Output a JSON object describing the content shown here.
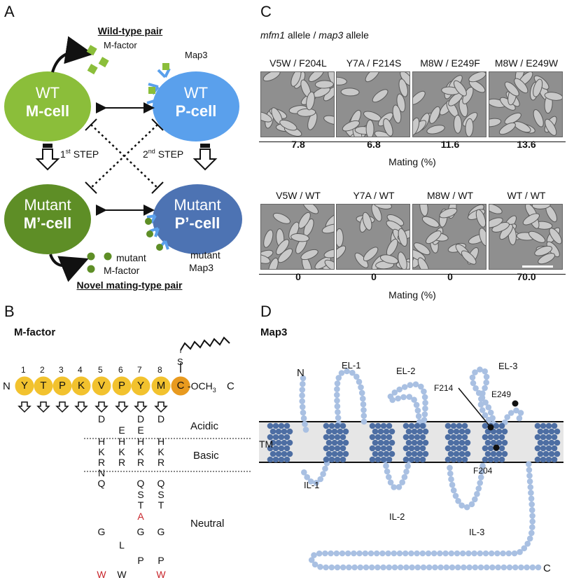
{
  "panels": {
    "a": "A",
    "b": "B",
    "c": "C",
    "d": "D"
  },
  "panel_a": {
    "wild_type_pair": "Wild-type pair",
    "m_factor": "M-factor",
    "map3": "Map3",
    "wt_m_cell": [
      "WT",
      "M-cell"
    ],
    "wt_p_cell": [
      "WT",
      "P-cell"
    ],
    "first_step": {
      "base": "1",
      "sup": "st",
      "rest": " STEP"
    },
    "second_step": {
      "base": "2",
      "sup": "nd",
      "rest": " STEP"
    },
    "mutant_m_cell": [
      "Mutant",
      "M’-cell"
    ],
    "mutant_p_cell": [
      "Mutant",
      "P’-cell"
    ],
    "mutant_m_factor": [
      "mutant",
      "M-factor"
    ],
    "mutant_map3": [
      "mutant",
      "Map3"
    ],
    "novel_pair": "Novel mating-type pair",
    "colors": {
      "wt_m": "#8bbe3a",
      "wt_p": "#5aa0ec",
      "mut_m": "#5e8e26",
      "mut_p": "#4d73b3"
    }
  },
  "panel_c": {
    "header_italic_1": "mfm1",
    "header_text_1": " allele / ",
    "header_italic_2": "map3",
    "header_text_2": " allele",
    "row1": [
      {
        "label": "V5W / F204L",
        "value": "7.8"
      },
      {
        "label": "Y7A / F214S",
        "value": "6.8"
      },
      {
        "label": "M8W / E249F",
        "value": "11.6"
      },
      {
        "label": "M8W / E249W",
        "value": "13.6"
      }
    ],
    "row2": [
      {
        "label": "V5W / WT",
        "value": "0"
      },
      {
        "label": "Y7A / WT",
        "value": "0"
      },
      {
        "label": "M8W / WT",
        "value": "0"
      },
      {
        "label": "WT / WT",
        "value": "70.0"
      }
    ],
    "mating_label": "Mating (%)"
  },
  "panel_b": {
    "title": "M-factor",
    "n": "N",
    "c": "C",
    "modification_s": "S",
    "methyl": "-OCH",
    "methyl_sub": "3",
    "positions": [
      "1",
      "2",
      "3",
      "4",
      "5",
      "6",
      "7",
      "8"
    ],
    "residues": [
      "Y",
      "T",
      "P",
      "K",
      "V",
      "P",
      "Y",
      "M",
      "C"
    ],
    "categories": {
      "acidic": "Acidic",
      "basic": "Basic",
      "neutral": "Neutral"
    },
    "substitutions": {
      "5": [
        "D",
        "H",
        "K",
        "R",
        "N",
        "Q",
        "G",
        "W"
      ],
      "6": [
        "E",
        "H",
        "K",
        "R",
        "L",
        "W"
      ],
      "7": [
        "D",
        "E",
        "H",
        "K",
        "R",
        "Q",
        "S",
        "T",
        "A",
        "G",
        "P"
      ],
      "8": [
        "D",
        "H",
        "K",
        "R",
        "Q",
        "S",
        "T",
        "G",
        "P",
        "W"
      ]
    },
    "colors": {
      "residue": "#f2c22e",
      "cys": "#e89a1f"
    }
  },
  "panel_d": {
    "title": "Map3",
    "n": "N",
    "c": "C",
    "tm": "TM",
    "loops": {
      "el1": "EL-1",
      "el2": "EL-2",
      "el3": "EL-3",
      "il1": "IL-1",
      "il2": "IL-2",
      "il3": "IL-3"
    },
    "mutations": {
      "f214": "F214",
      "e249": "E249",
      "f204": "F204"
    },
    "colors": {
      "bead": "#a9c0e2",
      "tm_bead": "#4d6ea3",
      "membrane": "#e6e6e6"
    }
  }
}
